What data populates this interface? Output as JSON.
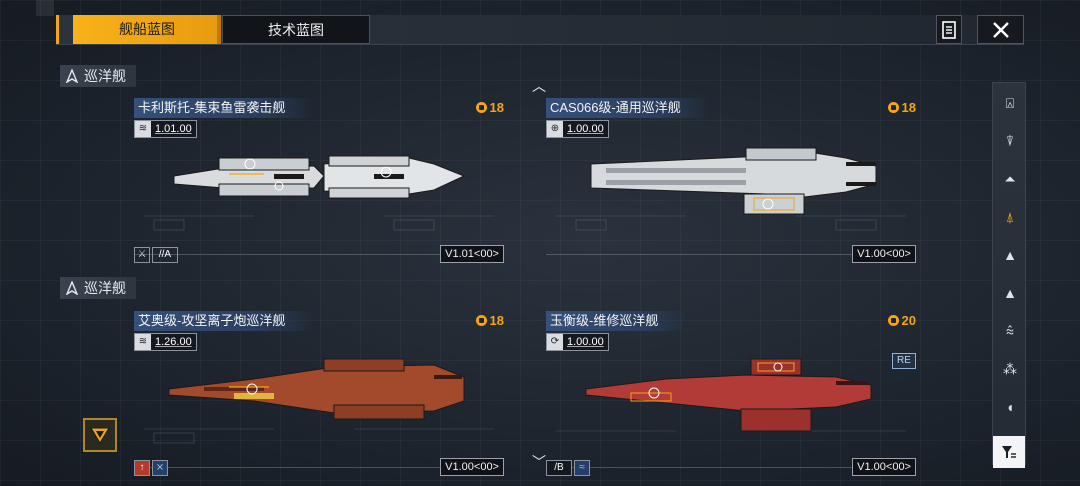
{
  "tabs": [
    {
      "label": "舰船蓝图",
      "active": true
    },
    {
      "label": "技术蓝图",
      "active": false
    }
  ],
  "sections": [
    {
      "label": "巡洋舰"
    },
    {
      "label": "巡洋舰"
    }
  ],
  "cards": [
    {
      "name": "卡利斯托-集束鱼雷袭击舰",
      "cost": "18",
      "variant": "1.01.00",
      "version": "V1.01<00>",
      "badge": "//A",
      "hull_color": "white"
    },
    {
      "name": "CAS066级-通用巡洋舰",
      "cost": "18",
      "variant": "1.00.00",
      "version": "V1.00<00>",
      "hull_color": "white"
    },
    {
      "name": "艾奥级-攻坚离子炮巡洋舰",
      "cost": "18",
      "variant": "1.26.00",
      "version": "V1.00<00>",
      "hull_color": "red"
    },
    {
      "name": "玉衡级-维修巡洋舰",
      "cost": "20",
      "variant": "1.00.00",
      "version": "V1.00<00>",
      "badge": "/B",
      "tag": "RE",
      "hull_color": "red"
    }
  ],
  "sidebar_icons": [
    "carrier-icon",
    "frigate-icon",
    "destroyer-icon",
    "cruiser-icon",
    "battlecruiser-icon",
    "battleship-icon",
    "auxiliary-icon",
    "corvette-icon",
    "flagship-icon"
  ],
  "colors": {
    "accent": "#f5a516",
    "name_bar": "#36507a"
  }
}
